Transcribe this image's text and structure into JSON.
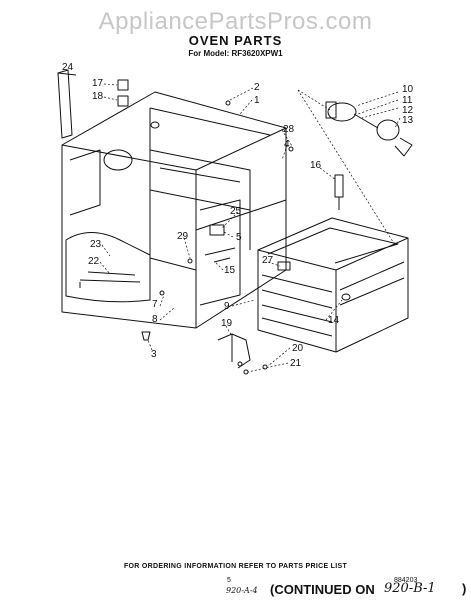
{
  "header": {
    "watermark": "AppliancePartsPros.com",
    "title": "OVEN PARTS",
    "model_line": "For Model: RF3620XPW1"
  },
  "callouts": {
    "c24": "24",
    "c17": "17",
    "c18": "18",
    "c2": "2",
    "c1": "1",
    "c10": "10",
    "c11": "11",
    "c12": "12",
    "c13": "13",
    "c28": "28",
    "c4": "4",
    "c16": "16",
    "c25": "25",
    "c29": "29",
    "c5": "5",
    "c15": "15",
    "c23": "23",
    "c22": "22",
    "c27": "27",
    "c7": "7",
    "c8": "8",
    "c9": "9",
    "c14": "14",
    "c19": "19",
    "c20": "20",
    "c21": "21",
    "c3": "3"
  },
  "footer": {
    "note": "FOR ORDERING INFORMATION REFER TO PARTS PRICE LIST",
    "page_number": "5",
    "ref_code": "884203",
    "hand_left": "920-A-4",
    "continued": "(CONTINUED ON",
    "hand_right": "920-B-1",
    "close_paren": ")"
  }
}
